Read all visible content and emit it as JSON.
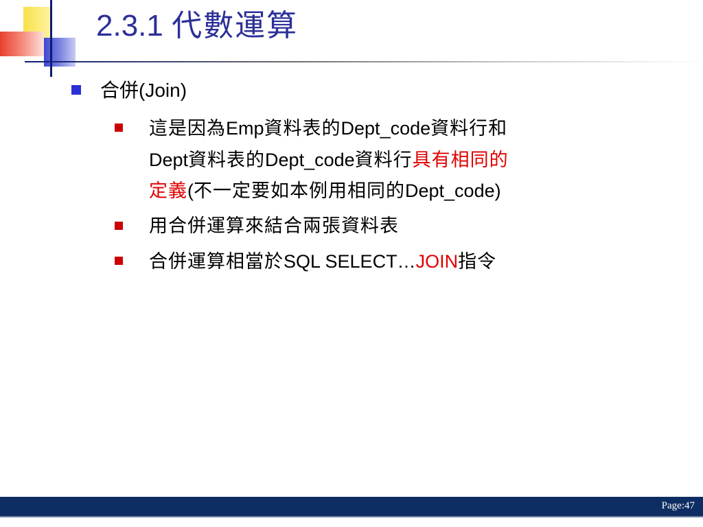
{
  "slide": {
    "title_number": "2.3.1",
    "title_text": "代數運算",
    "bullets": [
      {
        "level": 1,
        "text": "合併(Join)"
      },
      {
        "level": 2,
        "lines": [
          [
            "這是因為",
            "Emp",
            "資料表的",
            "Dept_code",
            "資料行和"
          ],
          [
            "Dept",
            "資料表的",
            "Dept_code",
            "資料行",
            "具有相同的"
          ],
          [
            "定義",
            "(",
            "不一定要如本例用相同的",
            "Dept_code)"
          ]
        ]
      },
      {
        "level": 2,
        "text": "用合併運算來結合兩張資料表"
      },
      {
        "level": 2,
        "segments": [
          "合併運算相當於",
          "SQL SELECT…",
          "JOIN",
          "指令"
        ]
      }
    ]
  },
  "footer": {
    "page_label": "Page:47"
  },
  "colors": {
    "title": "#2c2f98",
    "bullet_l1": "#2b2fd6",
    "bullet_l2": "#cc0000",
    "emphasis": "#e00000",
    "footer_bar": "#0e2e63"
  }
}
